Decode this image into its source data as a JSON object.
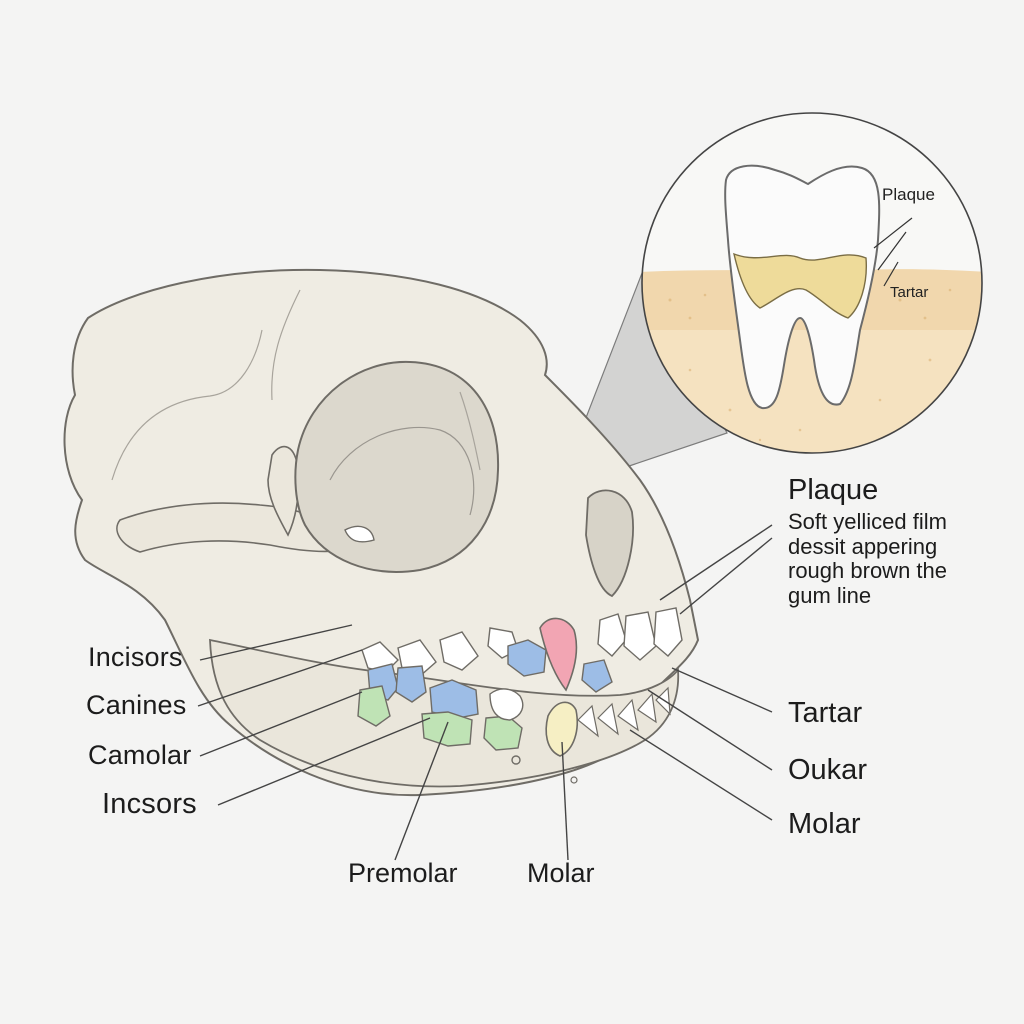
{
  "labels": {
    "left": [
      "Incisors",
      "Canines",
      "Camolar",
      "Incsors"
    ],
    "bottom": [
      "Premolar",
      "Molar"
    ],
    "right": [
      "Tartar",
      "Oukar",
      "Molar"
    ]
  },
  "description": {
    "title": "Plaque",
    "lines": [
      "Soft yelliced film",
      "dessit appering",
      "rough brown the",
      "gum line"
    ]
  },
  "inset": {
    "plaque": "Plaque",
    "tartar": "Tartar"
  },
  "colors": {
    "bone": "#efece3",
    "bone_outline": "#6f6c66",
    "incisor_blue": "#9dbde6",
    "molar_green": "#bfe3b5",
    "canine_pink": "#f2a5b3",
    "canine_cream": "#f6efc4",
    "tartar_yellow": "#eedb9a",
    "gum": "#f1d7ad"
  }
}
